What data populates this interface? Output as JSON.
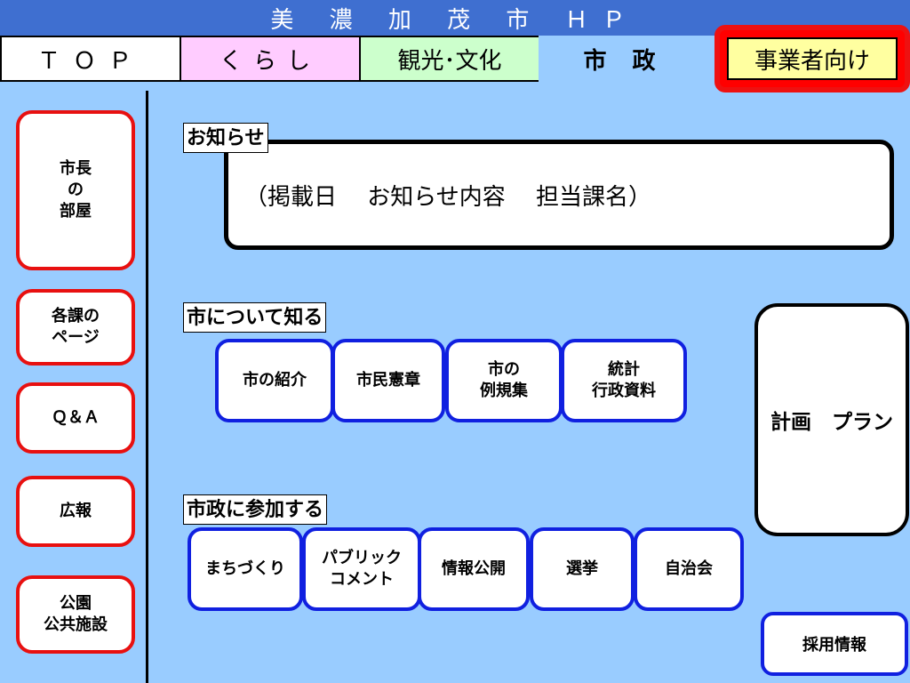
{
  "header": {
    "title": "美 濃 加 茂 市 ＨＰ"
  },
  "nav": {
    "top": "ＴＯＰ",
    "kurashi": "くらし",
    "kanko": "観光･文化",
    "shisei": "市 政",
    "jigyo": "事業者向け"
  },
  "sidebar": {
    "items": [
      {
        "label": "市長\nの\n部屋"
      },
      {
        "label": "各課の\nページ"
      },
      {
        "label": "Ｑ＆Ａ"
      },
      {
        "label": "広報"
      },
      {
        "label": "公園\n公共施設"
      }
    ]
  },
  "news": {
    "heading": "お知らせ",
    "content": "（掲載日　 お知らせ内容　 担当課名）"
  },
  "know": {
    "heading": "市について知る",
    "buttons": [
      {
        "label": "市の紹介"
      },
      {
        "label": "市民憲章"
      },
      {
        "label": "市の\n例規集"
      },
      {
        "label": "統計\n行政資料"
      }
    ]
  },
  "participate": {
    "heading": "市政に参加する",
    "buttons": [
      {
        "label": "まちづくり"
      },
      {
        "label": "パブリック\nコメント"
      },
      {
        "label": "情報公開"
      },
      {
        "label": "選挙"
      },
      {
        "label": "自治会"
      }
    ]
  },
  "plan": {
    "label": "計画　プラン"
  },
  "recruit": {
    "label": "採用情報"
  },
  "colors": {
    "background": "#99ccff",
    "titlebar": "#3f6fd0",
    "sidebar_border": "#e81010",
    "button_border": "#1020e0",
    "kurashi_tab": "#ffccff",
    "kanko_tab": "#ccffcc",
    "jigyo_tab": "#ffffa0"
  }
}
